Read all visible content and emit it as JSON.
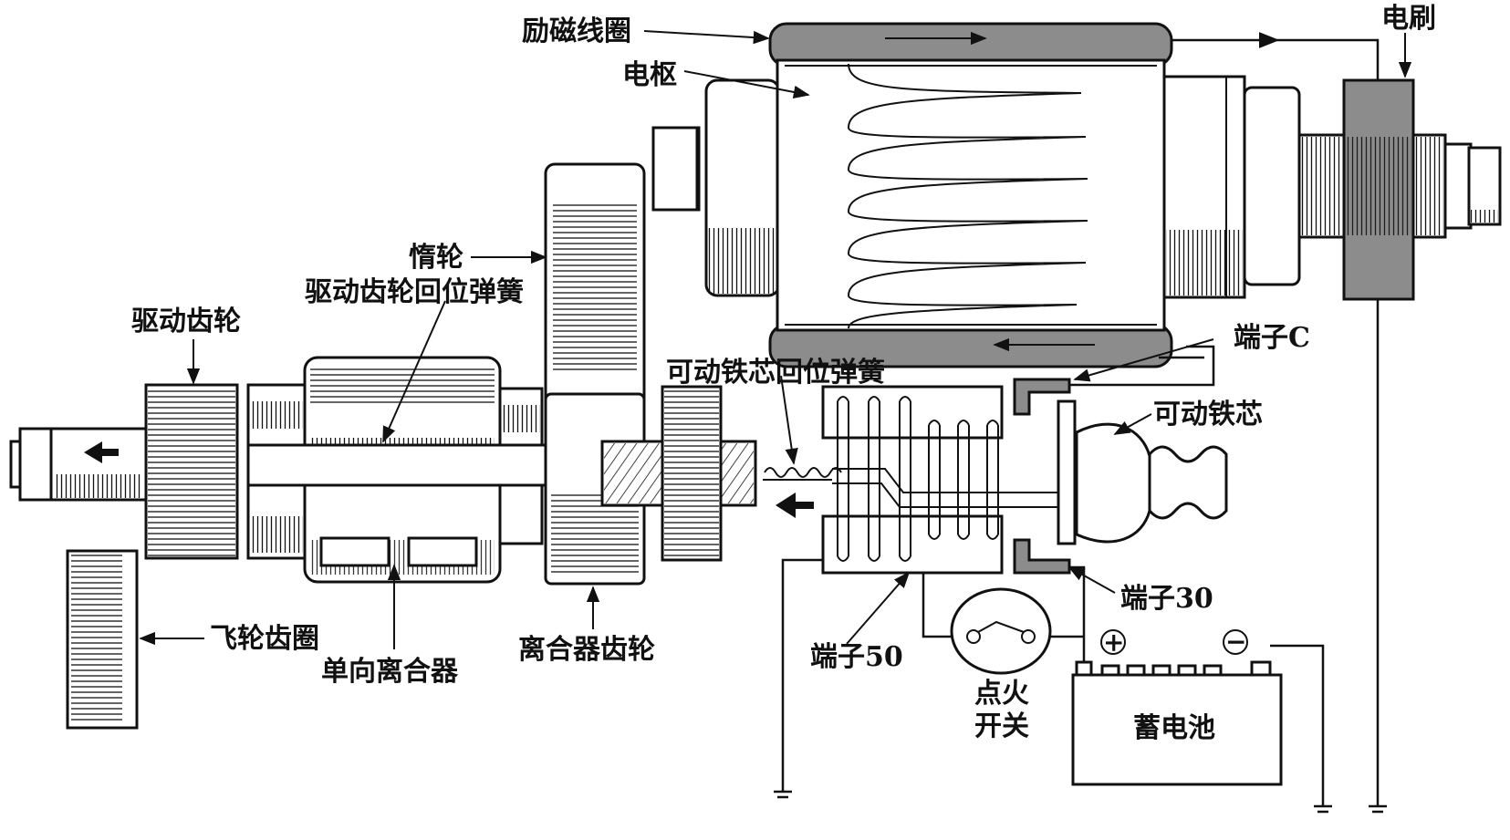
{
  "labels": {
    "field_coil": "励磁线圈",
    "armature": "电枢",
    "brush": "电刷",
    "idler_gear": "惰轮",
    "drive_gear_return_spring": "驱动齿轮回位弹簧",
    "drive_gear": "驱动齿轮",
    "plunger_return_spring": "可动铁芯回位弹簧",
    "terminal_c": "端子C",
    "plunger": "可动铁芯",
    "terminal_30": "端子30",
    "flywheel_ring_gear": "飞轮齿圈",
    "one_way_clutch": "单向离合器",
    "clutch_gear": "离合器齿轮",
    "terminal_50": "端子50",
    "ignition_switch_line1": "点火",
    "ignition_switch_line2": "开关",
    "battery": "蓄电池",
    "battery_positive": "+",
    "battery_negative": "−"
  },
  "icons": {
    "motion_arrow": "left-arrow-icon",
    "ground": "ground-icon"
  }
}
